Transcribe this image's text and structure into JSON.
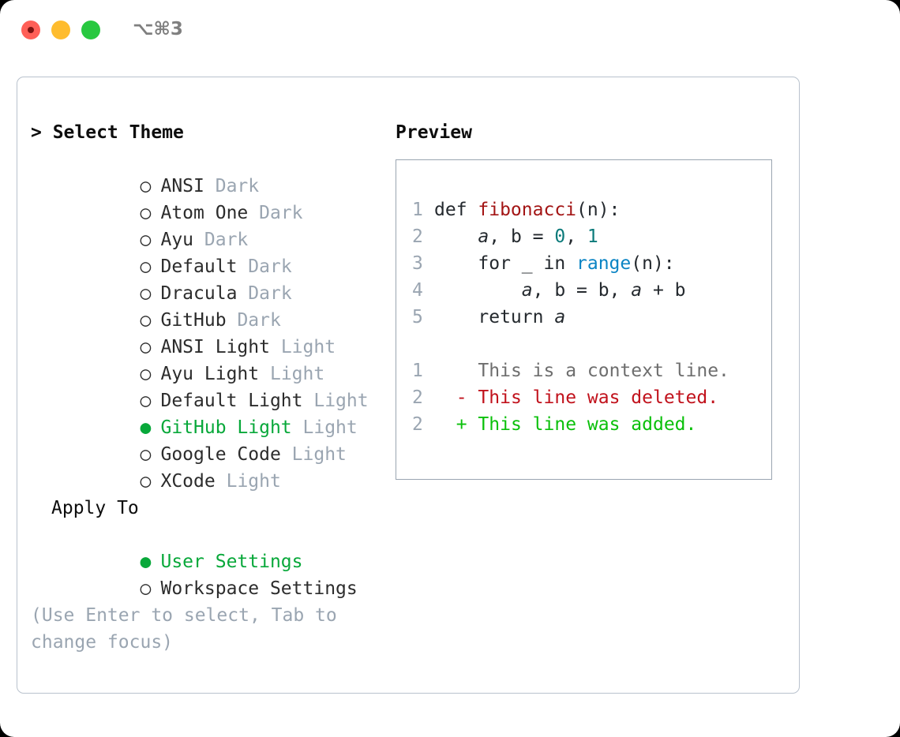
{
  "titlebar": {
    "shortcut": "⌥⌘3",
    "lights": [
      {
        "name": "close",
        "color": "#ff5f57"
      },
      {
        "name": "minimize",
        "color": "#febc2e"
      },
      {
        "name": "zoom",
        "color": "#28c840"
      }
    ]
  },
  "theme_list": {
    "header": "> Select Theme",
    "selected_theme": "GitHub Light",
    "selected_marker": "●",
    "unselected_marker": "○",
    "accent_color": "#08a83a",
    "tag_color": "#9aa5b1",
    "items": [
      {
        "marker": "○",
        "label": "ANSI",
        "tag": "Dark",
        "selected": false
      },
      {
        "marker": "○",
        "label": "Atom One",
        "tag": "Dark",
        "selected": false
      },
      {
        "marker": "○",
        "label": "Ayu",
        "tag": "Dark",
        "selected": false
      },
      {
        "marker": "○",
        "label": "Default",
        "tag": "Dark",
        "selected": false
      },
      {
        "marker": "○",
        "label": "Dracula",
        "tag": "Dark",
        "selected": false
      },
      {
        "marker": "○",
        "label": "GitHub",
        "tag": "Dark",
        "selected": false
      },
      {
        "marker": "○",
        "label": "ANSI Light",
        "tag": "Light",
        "selected": false
      },
      {
        "marker": "○",
        "label": "Ayu Light",
        "tag": "Light",
        "selected": false
      },
      {
        "marker": "○",
        "label": "Default Light",
        "tag": "Light",
        "selected": false
      },
      {
        "marker": "●",
        "label": "GitHub Light",
        "tag": "Light",
        "selected": true
      },
      {
        "marker": "○",
        "label": "Google Code",
        "tag": "Light",
        "selected": false
      },
      {
        "marker": "○",
        "label": "XCode",
        "tag": "Light",
        "selected": false
      }
    ]
  },
  "apply_to": {
    "header": "Apply To",
    "selected_option": "User Settings",
    "items": [
      {
        "marker": "●",
        "label": "User Settings",
        "selected": true
      },
      {
        "marker": "○",
        "label": "Workspace Settings",
        "selected": false
      }
    ]
  },
  "hint": "(Use Enter to select, Tab to change focus)",
  "preview": {
    "header": "Preview",
    "code": [
      {
        "num": "1",
        "text": "def fibonacci(n):"
      },
      {
        "num": "2",
        "text": "    a, b = 0, 1"
      },
      {
        "num": "3",
        "text": "    for _ in range(n):"
      },
      {
        "num": "4",
        "text": "        a, b = b, a + b"
      },
      {
        "num": "5",
        "text": "    return a"
      }
    ],
    "diff": [
      {
        "num": "1",
        "sign": " ",
        "text": "This is a context line.",
        "kind": "context"
      },
      {
        "num": "2",
        "sign": "-",
        "text": "This line was deleted.",
        "kind": "deleted"
      },
      {
        "num": "2",
        "sign": "+",
        "text": "This line was added.",
        "kind": "added"
      }
    ],
    "syntax_colors": {
      "function_name": "#a31515",
      "number": "#0b7a7a",
      "builtin_call": "#0b84c4",
      "line_number": "#9aa5b1",
      "diff_context": "#6e6e6e",
      "diff_deleted": "#c1121c",
      "diff_added": "#0ac00a"
    }
  }
}
